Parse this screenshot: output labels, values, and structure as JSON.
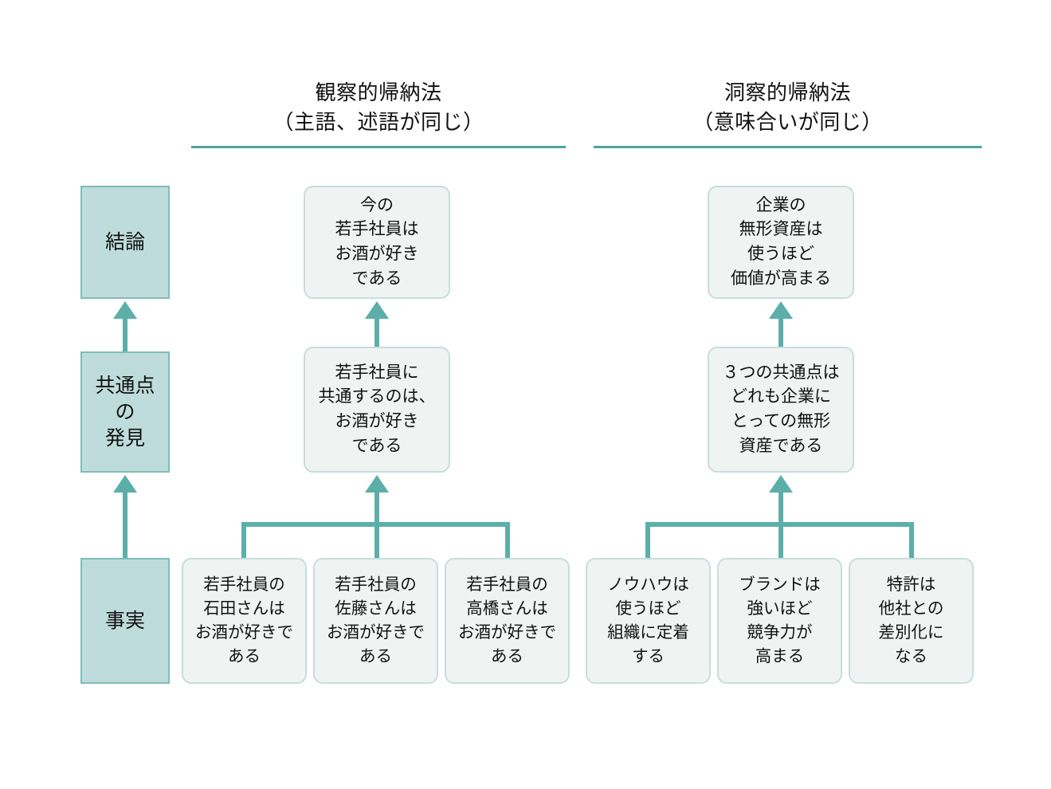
{
  "page": {
    "background": "#ffffff",
    "accent_teal": "#5cafa8",
    "rule_color": "#4ea39d",
    "stage_fill": "#bedcdb",
    "stage_border": "#7fbdb8",
    "card_fill": "#eff3f2",
    "card_border": "#c6dedd"
  },
  "columns": [
    {
      "id": "observational",
      "title": "観察的帰納法",
      "subtitle": "（主語、述語が同じ）",
      "heading": "観察的帰納法\n（主語、述語が同じ）"
    },
    {
      "id": "insightful",
      "title": "洞察的帰納法",
      "subtitle": "（意味合いが同じ）",
      "heading": "洞察的帰納法\n（意味合いが同じ）"
    }
  ],
  "stages": [
    {
      "id": "conclusion",
      "label": "結論"
    },
    {
      "id": "common-point",
      "label": "共通点\nの\n発見"
    },
    {
      "id": "fact",
      "label": "事実"
    }
  ],
  "observational": {
    "conclusion": "今の\n若手社員は\nお酒が好き\nである",
    "common_point": "若手社員に\n共通するのは、\nお酒が好き\nである",
    "facts": [
      "若手社員の\n石田さんは\nお酒が好きで\nある",
      "若手社員の\n佐藤さんは\nお酒が好きで\nある",
      "若手社員の\n高橋さんは\nお酒が好きで\nある"
    ]
  },
  "insightful": {
    "conclusion": "企業の\n無形資産は\n使うほど\n価値が高まる",
    "common_point": "３つの共通点は\nどれも企業に\nとっての無形\n資産である",
    "facts": [
      "ノウハウは\n使うほど\n組織に定着\nする",
      "ブランドは\n強いほど\n競争力が\n高まる",
      "特許は\n他社との\n差別化に\nなる"
    ]
  }
}
